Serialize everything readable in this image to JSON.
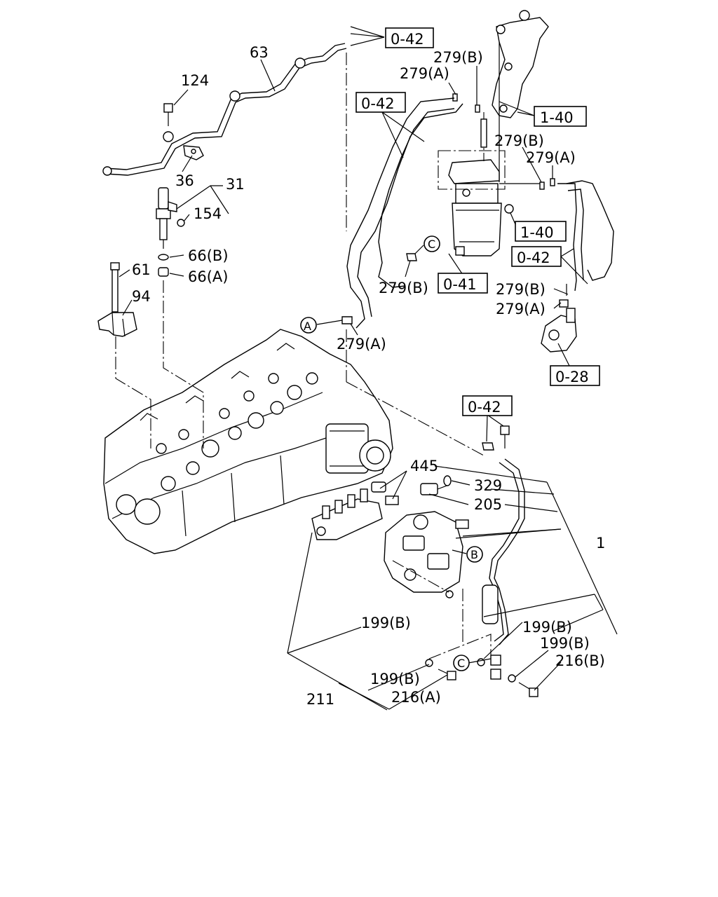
{
  "callouts": {
    "c63": "63",
    "c124": "124",
    "c36": "36",
    "c31": "31",
    "c154": "154",
    "c66b": "66(B)",
    "c66a": "66(A)",
    "c61": "61",
    "c94": "94",
    "c279b_top": "279(B)",
    "c279a_top": "279(A)",
    "c279b_r1": "279(B)",
    "c279a_r1": "279(A)",
    "c279b_mid": "279(B)",
    "c279b_r2": "279(B)",
    "c279a_r2": "279(A)",
    "c279a_low": "279(A)",
    "c445": "445",
    "c329": "329",
    "c205": "205",
    "c1": "1",
    "c199b_1": "199(B)",
    "c199b_2": "199(B)",
    "c199b_3": "199(B)",
    "c199b_4": "199(B)",
    "c216b": "216(B)",
    "c216a": "216(A)",
    "c211": "211"
  },
  "refboxes": {
    "r042_top": "0-42",
    "r042_left": "0-42",
    "r140_top": "1-40",
    "r140_mid": "1-40",
    "r042_right": "0-42",
    "r041": "0-41",
    "r028": "0-28",
    "r042_low": "0-42"
  },
  "markers": {
    "a1": "A",
    "b1": "B",
    "c1": "C",
    "c2": "C"
  }
}
